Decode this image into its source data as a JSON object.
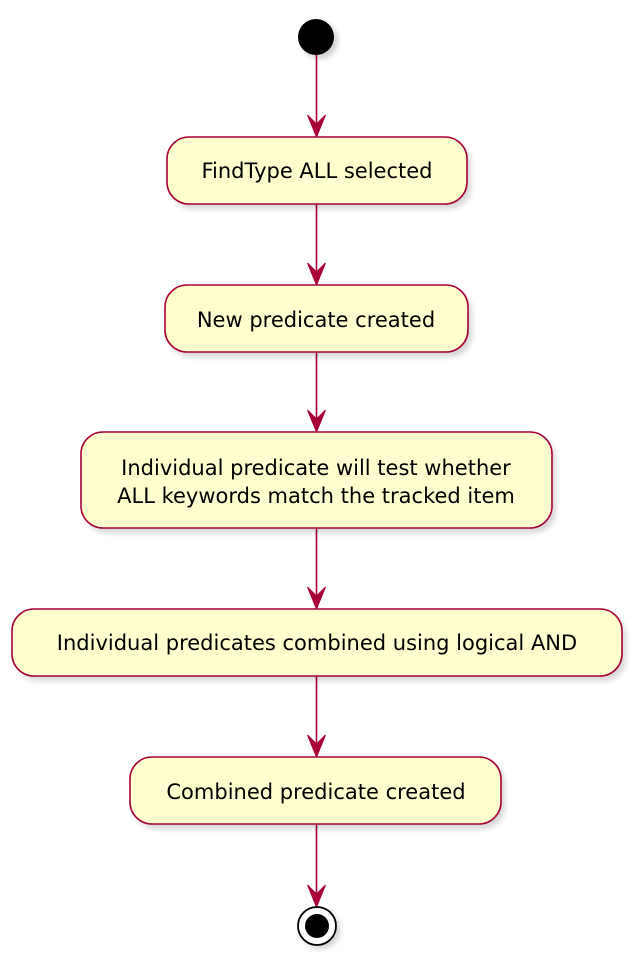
{
  "colors": {
    "node_fill": "#FEFECE",
    "node_border": "#A80036",
    "edge": "#A80036",
    "start_fill": "#000000",
    "end_fill": "#000000"
  },
  "nodes": [
    {
      "id": "n1",
      "lines": [
        "FindType ALL selected"
      ]
    },
    {
      "id": "n2",
      "lines": [
        "New predicate created"
      ]
    },
    {
      "id": "n3",
      "lines": [
        "Individual predicate will test whether",
        "ALL keywords match the tracked item"
      ]
    },
    {
      "id": "n4",
      "lines": [
        "Individual predicates combined using logical AND"
      ]
    },
    {
      "id": "n5",
      "lines": [
        "Combined predicate created"
      ]
    }
  ],
  "edges": [
    [
      "start",
      "n1"
    ],
    [
      "n1",
      "n2"
    ],
    [
      "n2",
      "n3"
    ],
    [
      "n3",
      "n4"
    ],
    [
      "n4",
      "n5"
    ],
    [
      "n5",
      "end"
    ]
  ]
}
